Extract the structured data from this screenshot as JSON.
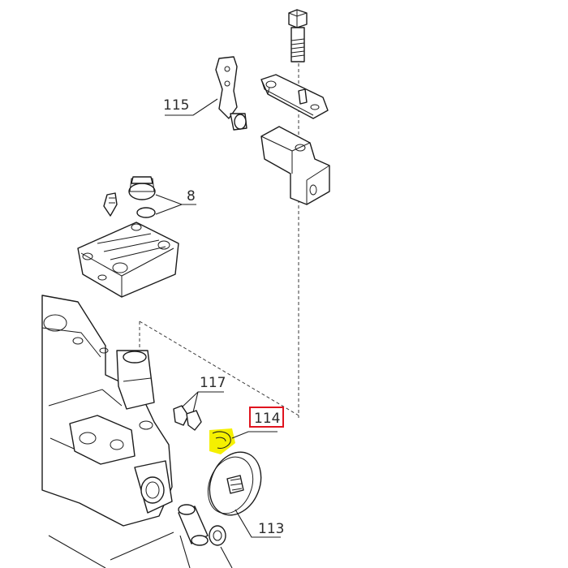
{
  "callouts": {
    "c115": "115",
    "c8": "8",
    "c117": "117",
    "c114": "114",
    "c113": "113"
  },
  "colors": {
    "highlight_box": "#e0141e",
    "highlight_part": "#f5f000",
    "line": "#1c1c1c"
  }
}
